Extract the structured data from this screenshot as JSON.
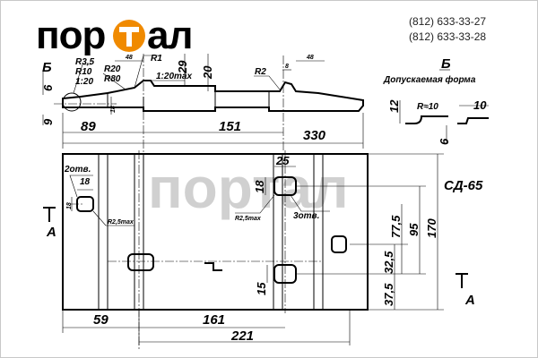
{
  "brand": {
    "logo_text": "портал"
  },
  "contacts": {
    "phone_1": "(812) 633-33-27",
    "phone_2": "(812) 633-33-28"
  },
  "watermark": "портал",
  "drawing": {
    "product_code": "СД-65",
    "section_mark": "А",
    "detail_mark": "Б",
    "allowed_shape_title": "Допускаемая форма",
    "profile": {
      "radii": [
        "R3,5",
        "R10",
        "1:20",
        "R20",
        "R80",
        "R1",
        "R2"
      ],
      "slope_label": "1:20max",
      "dims": {
        "d6": "6",
        "d9": "9",
        "d18": "18",
        "d48a": "48",
        "d48b": "48",
        "d8": "8",
        "d29": "29",
        "d20": "20",
        "d89": "89",
        "d151": "151",
        "d330": "330"
      }
    },
    "detail": {
      "d12": "12",
      "r10": "R≈10",
      "d10": "10",
      "d6": "6"
    },
    "plan": {
      "holes_2_label": "2отв.",
      "holes_3_label": "3отв.",
      "r25_label_a": "R2,5max",
      "r25_label_b": "R2,5max",
      "dims": {
        "d18_hole": "18",
        "d18_side": "18",
        "d25": "25",
        "d18_right": "18",
        "d77_5": "77,5",
        "d95": "95",
        "d170": "170",
        "d32_5": "32,5",
        "d15": "15",
        "d37_5": "37,5",
        "d59": "59",
        "d161": "161",
        "d221": "221"
      }
    }
  }
}
